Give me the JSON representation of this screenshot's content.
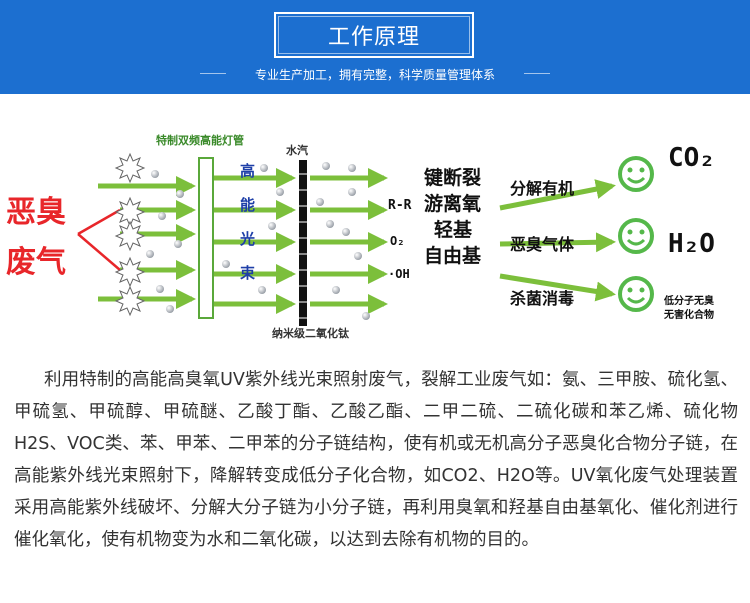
{
  "header": {
    "title": "工作原理",
    "subtitle": "专业生产加工，拥有完整，科学质量管理体系"
  },
  "diagram": {
    "source_gas": [
      "恶臭",
      "废气"
    ],
    "lamp_label": "特制双频高能灯管",
    "beam_chars": [
      "高",
      "能",
      "光",
      "束"
    ],
    "vapor_label": "水汽",
    "catalyst_label": "纳米级二氧化钛",
    "radicals": [
      "R-R",
      "O₂",
      "·OH"
    ],
    "process": [
      "键断裂",
      "游离氧",
      "轻基",
      "自由基"
    ],
    "outcomes": [
      "分解有机",
      "恶臭气体",
      "杀菌消毒"
    ],
    "products": [
      "CO₂",
      "H₂O"
    ],
    "harmless": [
      "低分子无臭",
      "无害化合物"
    ],
    "colors": {
      "brand_blue": "#1c6fd0",
      "arrow_green": "#7cbf3b",
      "smiley_green": "#55b84a",
      "gas_red": "#e8262a",
      "beam_blue": "#1e3fa8"
    }
  },
  "body": {
    "paragraph": "利用特制的高能高臭氧UV紫外线光束照射废气，裂解工业废气如：氨、三甲胺、硫化氢、甲硫氢、甲硫醇、甲硫醚、乙酸丁酯、乙酸乙酯、二甲二硫、二硫化碳和苯乙烯、硫化物H2S、VOC类、苯、甲苯、二甲苯的分子链结构，使有机或无机高分子恶臭化合物分子链，在高能紫外线光束照射下，降解转变成低分子化合物，如CO2、H2O等。UV氧化废气处理装置采用高能紫外线破坏、分解大分子链为小分子链，再利用臭氧和羟基自由基氧化、催化剂进行催化氧化，使有机物变为水和二氧化碳，以达到去除有机物的目的。"
  }
}
